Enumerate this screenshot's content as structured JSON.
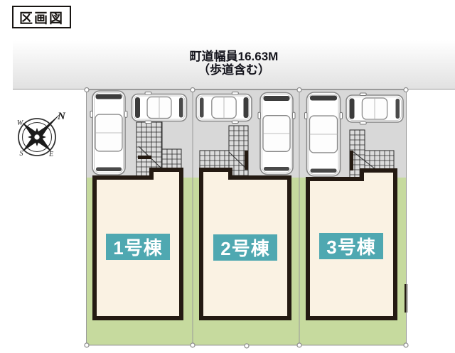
{
  "title_box": {
    "label": "区画図"
  },
  "road": {
    "line1": "町道幅員16.63M",
    "line2": "（歩道含む）"
  },
  "compass": {
    "n": "N",
    "e": "E",
    "s": "S",
    "w": "W"
  },
  "lots": [
    {
      "label": "1号棟"
    },
    {
      "label": "2号棟"
    },
    {
      "label": "3号棟"
    }
  ],
  "colors": {
    "badge_teal": "#4fa8b1",
    "lawn_green": "#c6da9e",
    "building_fill": "#faf2e3",
    "building_outline": "#241a12",
    "parking_gray": "#d8d8d8",
    "road_gradient_top": "#ffffff",
    "road_gradient_bottom": "#e1e1e1",
    "boundary_line": "#9a9a9a",
    "tile_line": "#2b2b2b"
  }
}
